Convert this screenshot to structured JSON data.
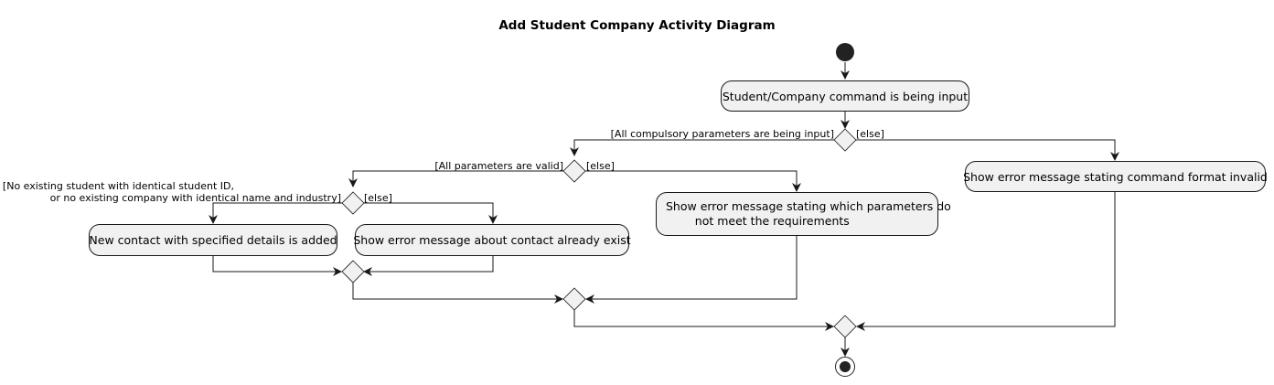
{
  "diagram": {
    "title": "Add Student Company Activity Diagram",
    "actions": {
      "input": "Student/Company command is being input",
      "format_invalid": "Show error message stating command format invalid",
      "params_invalid": "Show error message stating which parameters do\n        not meet the requirements",
      "contact_added": "New contact with specified details is added",
      "already_exist": "Show error message about contact already exist"
    },
    "guards": {
      "compulsory_yes": "[All compulsory parameters are being input]",
      "compulsory_else": "[else]",
      "valid_yes": "[All parameters are valid]",
      "valid_else": "[else]",
      "unique_yes_line1": "[No existing student with identical student ID,",
      "unique_yes_line2": "or no existing company with identical name and industry]",
      "unique_else": "[else]"
    }
  }
}
